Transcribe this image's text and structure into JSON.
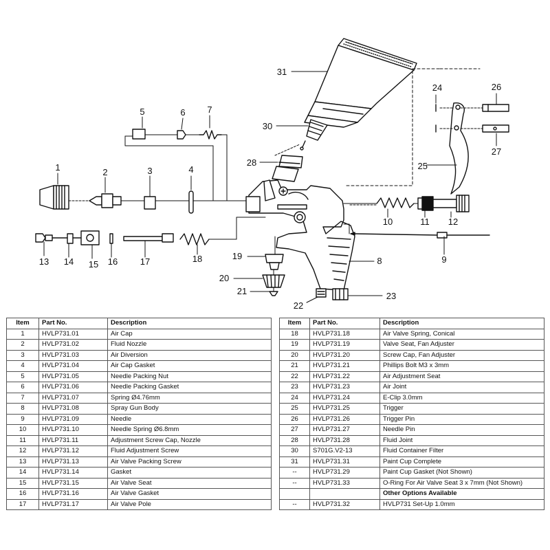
{
  "callouts": [
    "1",
    "2",
    "3",
    "4",
    "5",
    "6",
    "7",
    "8",
    "9",
    "10",
    "11",
    "12",
    "13",
    "14",
    "15",
    "16",
    "17",
    "18",
    "19",
    "20",
    "21",
    "22",
    "23",
    "24",
    "25",
    "26",
    "27",
    "28",
    "30",
    "31"
  ],
  "table": {
    "headers": {
      "item": "Item",
      "part_no": "Part No.",
      "description": "Description"
    },
    "left": [
      {
        "item": "1",
        "part_no": "HVLP731.01",
        "description": "Air Cap"
      },
      {
        "item": "2",
        "part_no": "HVLP731.02",
        "description": "Fluid Nozzle"
      },
      {
        "item": "3",
        "part_no": "HVLP731.03",
        "description": "Air Diversion"
      },
      {
        "item": "4",
        "part_no": "HVLP731.04",
        "description": "Air Cap Gasket"
      },
      {
        "item": "5",
        "part_no": "HVLP731.05",
        "description": "Needle Packing Nut"
      },
      {
        "item": "6",
        "part_no": "HVLP731.06",
        "description": "Needle Packing Gasket"
      },
      {
        "item": "7",
        "part_no": "HVLP731.07",
        "description": "Spring Ø4.76mm"
      },
      {
        "item": "8",
        "part_no": "HVLP731.08",
        "description": "Spray Gun Body"
      },
      {
        "item": "9",
        "part_no": "HVLP731.09",
        "description": "Needle"
      },
      {
        "item": "10",
        "part_no": "HVLP731.10",
        "description": "Needle Spring Ø6.8mm"
      },
      {
        "item": "11",
        "part_no": "HVLP731.11",
        "description": "Adjustment Screw Cap, Nozzle"
      },
      {
        "item": "12",
        "part_no": "HVLP731.12",
        "description": "Fluid Adjustment Screw"
      },
      {
        "item": "13",
        "part_no": "HVLP731.13",
        "description": "Air Valve Packing Screw"
      },
      {
        "item": "14",
        "part_no": "HVLP731.14",
        "description": "Gasket"
      },
      {
        "item": "15",
        "part_no": "HVLP731.15",
        "description": "Air Valve Seat"
      },
      {
        "item": "16",
        "part_no": "HVLP731.16",
        "description": "Air Valve Gasket"
      },
      {
        "item": "17",
        "part_no": "HVLP731.17",
        "description": "Air Valve Pole"
      }
    ],
    "right": [
      {
        "item": "18",
        "part_no": "HVLP731.18",
        "description": "Air Valve Spring, Conical"
      },
      {
        "item": "19",
        "part_no": "HVLP731.19",
        "description": "Valve Seat, Fan Adjuster"
      },
      {
        "item": "20",
        "part_no": "HVLP731.20",
        "description": "Screw Cap, Fan Adjuster"
      },
      {
        "item": "21",
        "part_no": "HVLP731.21",
        "description": "Phillips Bolt M3 x 3mm"
      },
      {
        "item": "22",
        "part_no": "HVLP731.22",
        "description": "Air Adjustment Seat"
      },
      {
        "item": "23",
        "part_no": "HVLP731.23",
        "description": "Air Joint"
      },
      {
        "item": "24",
        "part_no": "HVLP731.24",
        "description": "E-Clip 3.0mm"
      },
      {
        "item": "25",
        "part_no": "HVLP731.25",
        "description": "Trigger"
      },
      {
        "item": "26",
        "part_no": "HVLP731.26",
        "description": "Trigger Pin"
      },
      {
        "item": "27",
        "part_no": "HVLP731.27",
        "description": "Needle Pin"
      },
      {
        "item": "28",
        "part_no": "HVLP731.28",
        "description": "Fluid Joint"
      },
      {
        "item": "30",
        "part_no": "S701G.V2-13",
        "description": "Fluid Container Filter"
      },
      {
        "item": "31",
        "part_no": "HVLP731.31",
        "description": "Paint Cup Complete"
      },
      {
        "item": "--",
        "part_no": "HVLP731.29",
        "description": "Paint Cup Gasket (Not Shown)"
      },
      {
        "item": "--",
        "part_no": "HVLP731.33",
        "description": "O-Ring For Air Valve Seat 3 x 7mm (Not Shown)"
      },
      {
        "item": "",
        "part_no": "",
        "description": "Other Options Available",
        "section": true
      },
      {
        "item": "--",
        "part_no": "HVLP731.32",
        "description": "HVLP731 Set-Up 1.0mm"
      }
    ]
  }
}
